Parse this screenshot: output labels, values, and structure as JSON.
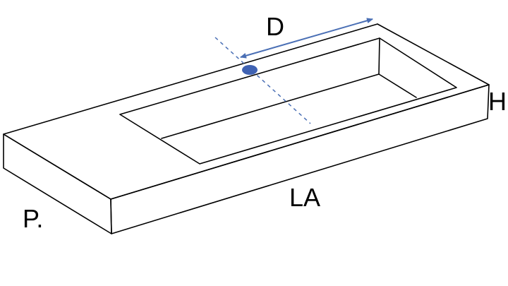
{
  "labels": {
    "depth_label": "D",
    "height_label": "H",
    "length_label": "LA",
    "profondeur_label": "P."
  },
  "colors": {
    "outline": "#000000",
    "dimension_arrow": "#4a6fb5",
    "tap_hole": "#3f62b3",
    "axis_line": "#4a6fb5"
  }
}
